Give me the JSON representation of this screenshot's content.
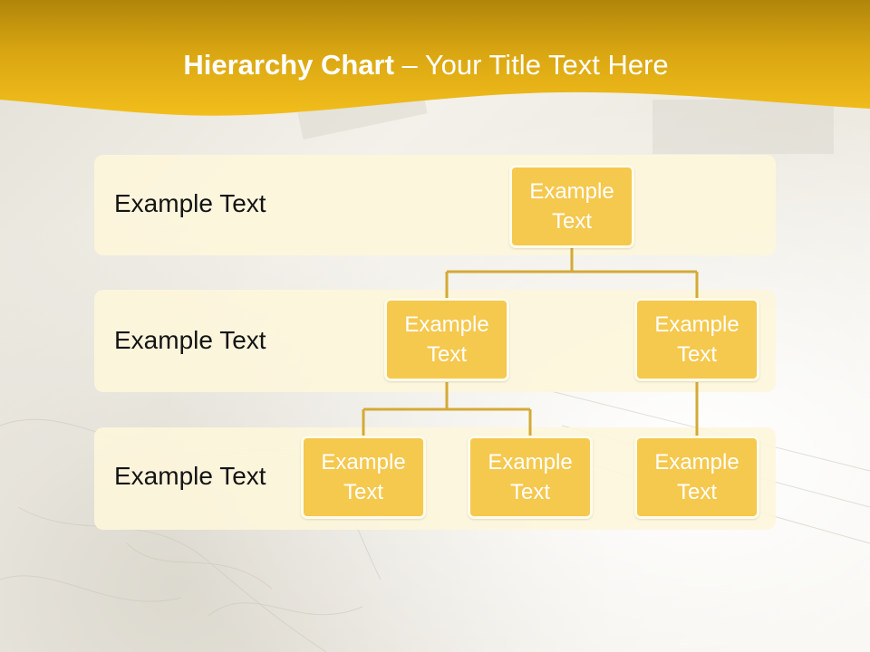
{
  "title": {
    "bold": "Hierarchy Chart",
    "rest": " – Your Title Text Here"
  },
  "levels": [
    {
      "label": "Example Text"
    },
    {
      "label": "Example Text"
    },
    {
      "label": "Example Text"
    }
  ],
  "nodes": {
    "root": "Example Text",
    "level2_left": "Example Text",
    "level2_right": "Example Text",
    "level3_a": "Example Text",
    "level3_b": "Example Text",
    "level3_c": "Example Text"
  },
  "colors": {
    "banner": "#e9b416",
    "node_fill": "#f5c84e",
    "band": "#fdf6dc",
    "connector": "#d4aa36"
  }
}
